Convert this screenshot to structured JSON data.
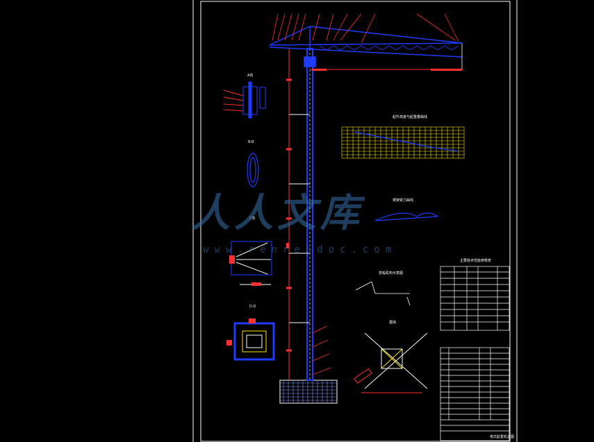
{
  "drawing": {
    "title": "塔式起重机总图",
    "chart_grid_title": "起升高度与起重量曲线",
    "curve_title": "臂架受力曲线",
    "diagram3_title": "变幅机构示意图",
    "parameter_table_title": "主要技术性能参数表",
    "view_labels": [
      "A向",
      "B-B",
      "C向",
      "D-D",
      "基础"
    ]
  },
  "watermark": {
    "text": "人人文库",
    "url": "www.renrendoc.com"
  },
  "colors": {
    "background": "#000000",
    "structure": "#1e3cff",
    "annotation": "#ff2020",
    "grid": "#ffe600",
    "lines": "#ffffff",
    "frame": "#ffffff"
  }
}
